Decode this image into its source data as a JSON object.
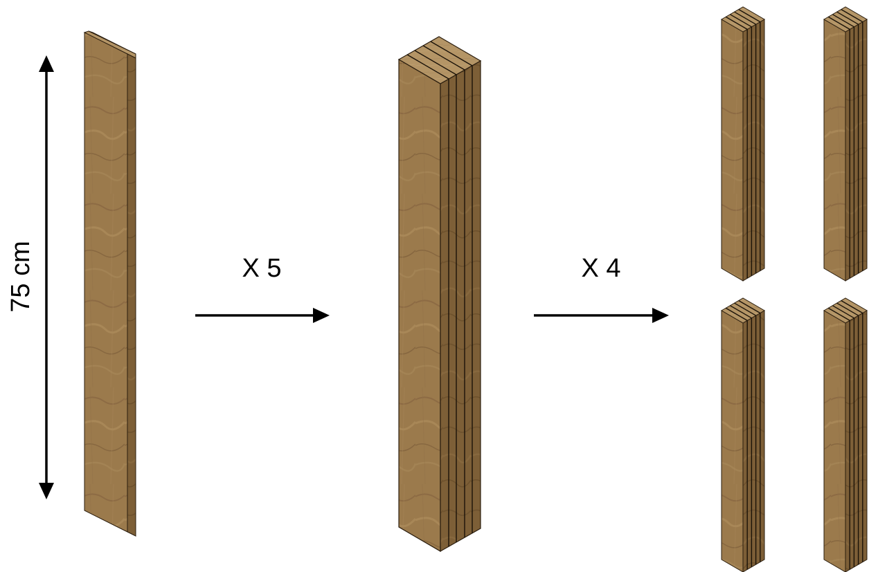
{
  "labels": {
    "height": "75 cm",
    "step1": "X 5",
    "step2": "X 4"
  },
  "quantities": {
    "boards_glued": 5,
    "posts_made": 4
  },
  "colors": {
    "wood_front": "#9b7a4c",
    "wood_side": "#7d5f37",
    "wood_top": "#b49566",
    "wood_grain": "#6e5230",
    "arrow": "#000000",
    "background": "#ffffff"
  },
  "icons": {
    "dimension": "double-headed-arrow-icon",
    "step": "right-arrow-icon"
  }
}
